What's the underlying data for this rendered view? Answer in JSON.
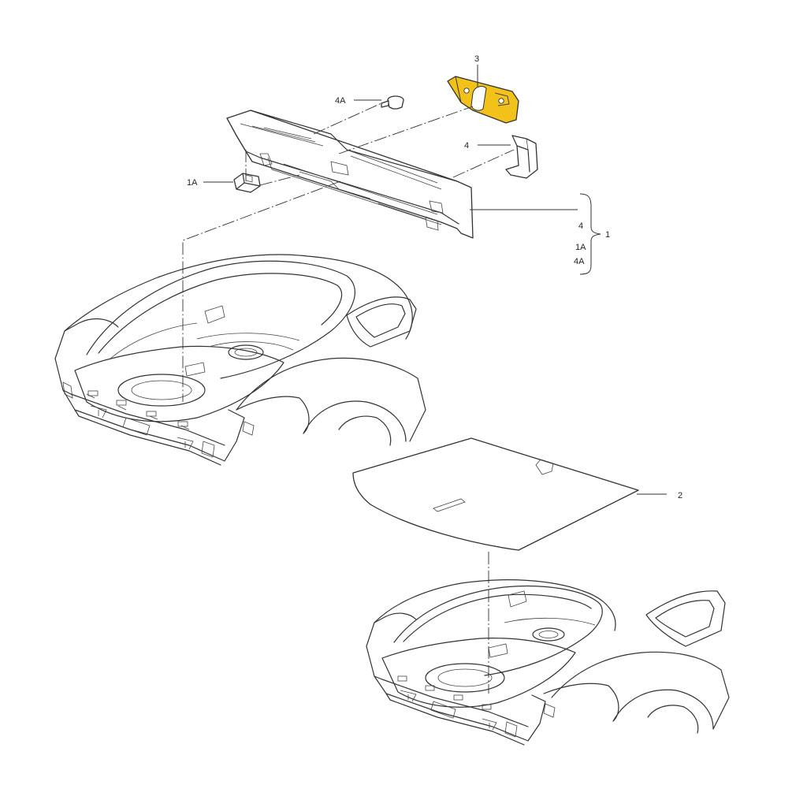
{
  "labels": {
    "label_3": "3",
    "label_4a": "4A",
    "label_4_bracket": "4",
    "label_1a": "1A",
    "label_4_side": "4",
    "label_1": "1",
    "label_1a_side": "1A",
    "label_4a_side": "4A",
    "label_2": "2"
  },
  "colors": {
    "highlight": "#f2c21b",
    "line": "#333333",
    "background": "#ffffff"
  }
}
